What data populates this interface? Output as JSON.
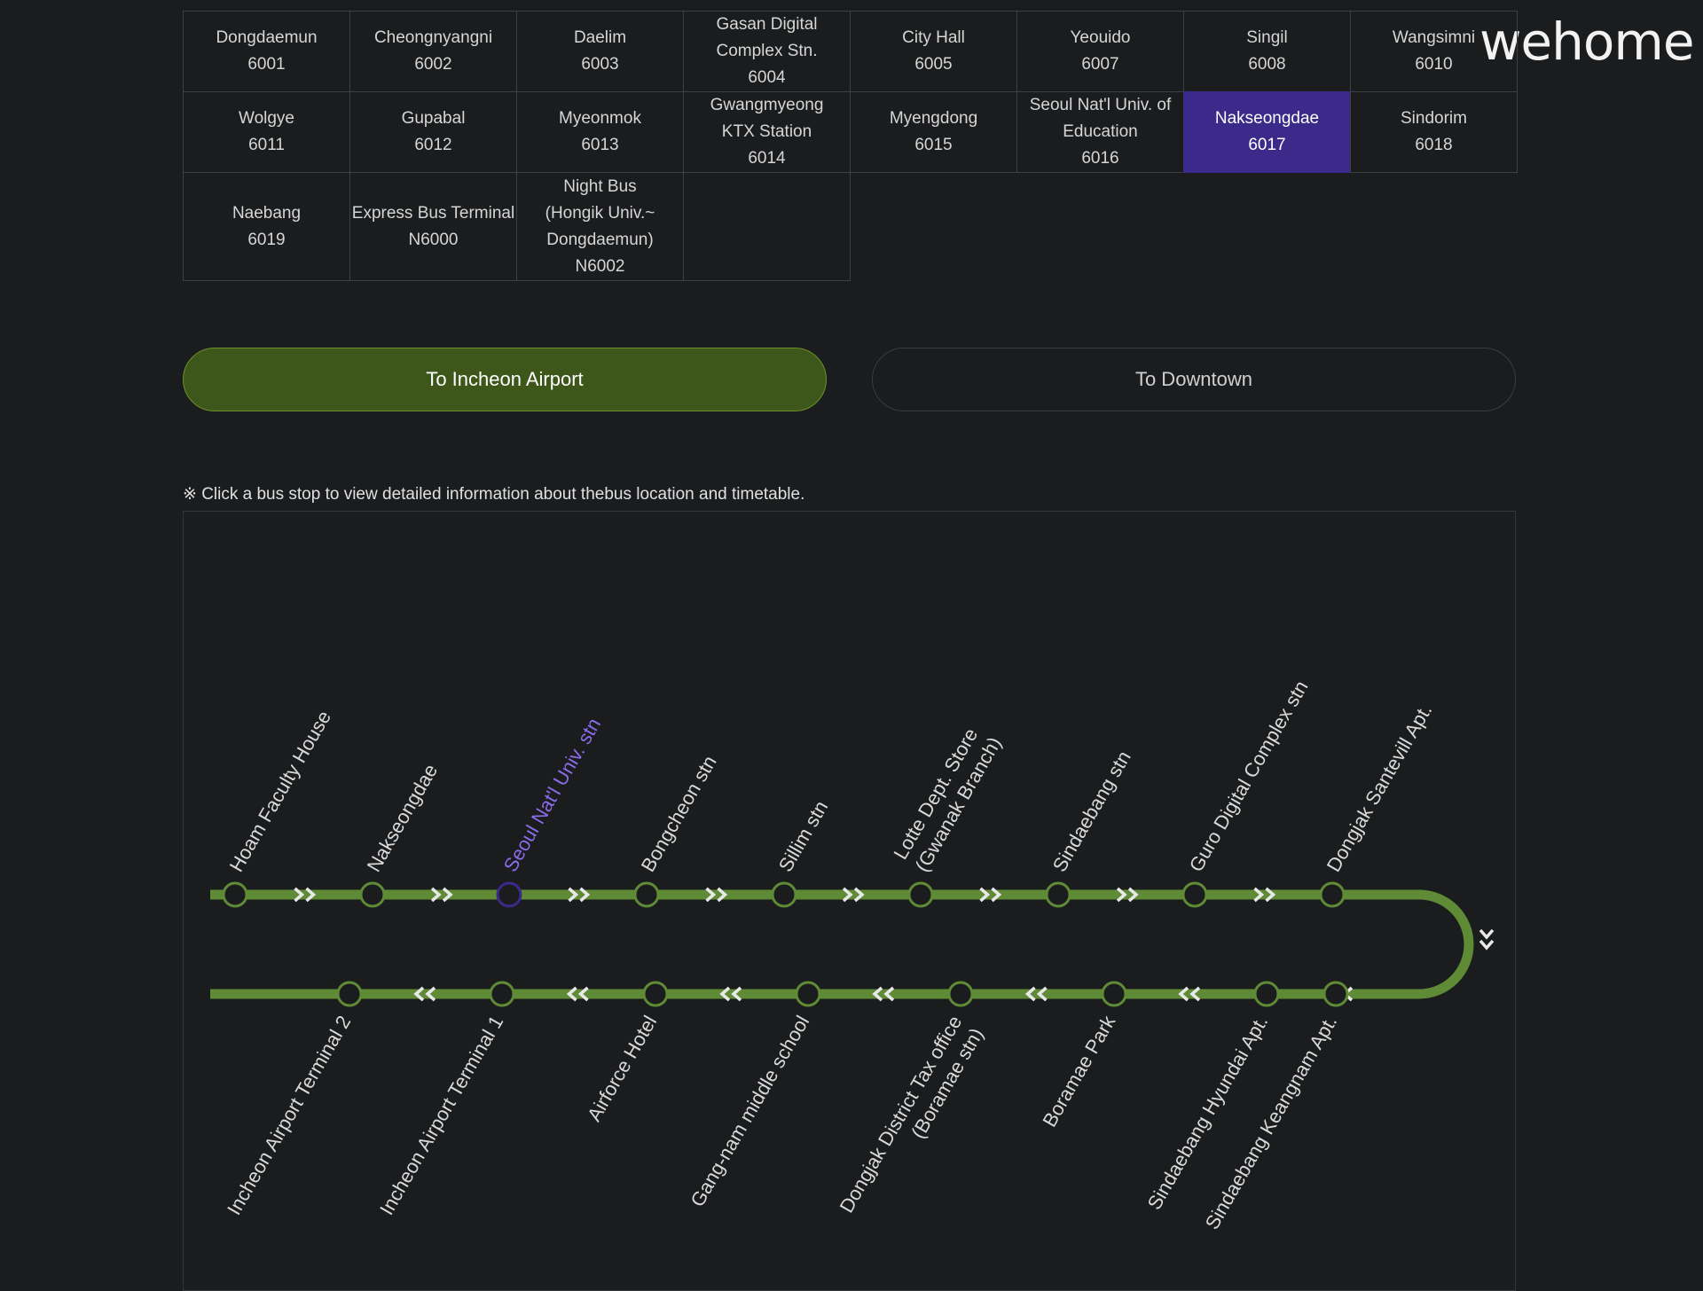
{
  "logo": "wehome",
  "routes": [
    {
      "name": "Dongdaemun",
      "number": "6001"
    },
    {
      "name": "Cheongnyangni",
      "number": "6002"
    },
    {
      "name": "Daelim",
      "number": "6003"
    },
    {
      "name": "Gasan Digital Complex Stn.",
      "number": "6004"
    },
    {
      "name": "City Hall",
      "number": "6005"
    },
    {
      "name": "Yeouido",
      "number": "6007"
    },
    {
      "name": "Singil",
      "number": "6008"
    },
    {
      "name": "Wangsimni",
      "number": "6010"
    },
    {
      "name": "Wolgye",
      "number": "6011"
    },
    {
      "name": "Gupabal",
      "number": "6012"
    },
    {
      "name": "Myeonmok",
      "number": "6013"
    },
    {
      "name": "Gwangmyeong KTX Station",
      "number": "6014"
    },
    {
      "name": "Myengdong",
      "number": "6015"
    },
    {
      "name": "Seoul Nat'l Univ. of Education",
      "number": "6016"
    },
    {
      "name": "Nakseongdae",
      "number": "6017",
      "active": true
    },
    {
      "name": "Sindorim",
      "number": "6018"
    },
    {
      "name": "Naebang",
      "number": "6019"
    },
    {
      "name": "Express Bus Terminal",
      "number": "N6000"
    },
    {
      "name": "Night Bus (Hongik Univ.~ Dongdaemun)",
      "number": "N6002"
    }
  ],
  "direction": {
    "to_airport": "To Incheon Airport",
    "to_downtown": "To Downtown",
    "selected": "to_airport"
  },
  "notice": "※ Click a bus stop to view detailed information about thebus location and timetable.",
  "stops_outbound": [
    {
      "label": "Hoam Faculty House"
    },
    {
      "label": "Nakseongdae"
    },
    {
      "label": "Seoul Nat'l Univ. stn",
      "current": true
    },
    {
      "label": "Bongcheon stn"
    },
    {
      "label": "Sillim stn"
    },
    {
      "label": "Lotte Dept. Store (Gwanak Branch)"
    },
    {
      "label": "Sindaebang stn"
    },
    {
      "label": "Guro Digital Complex stn"
    },
    {
      "label": "Dongjak Santevill Apt."
    }
  ],
  "stops_return": [
    {
      "label": "Sindaebang Keangnam Apt."
    },
    {
      "label": "Sindaebang Hyundai Apt."
    },
    {
      "label": "Boramae Park"
    },
    {
      "label": "Dongjak District Tax office (Boramae stn)"
    },
    {
      "label": "Gang-nam middle school"
    },
    {
      "label": "Airforce Hotel"
    },
    {
      "label": "Incheon Airport Terminal 1"
    },
    {
      "label": "Incheon Airport Terminal 2"
    }
  ],
  "colors": {
    "route_line": "#5f8a36",
    "current_stop": "#8b6ce8",
    "active_route": "#3b2a8a",
    "airport_button": "#3d571a"
  }
}
